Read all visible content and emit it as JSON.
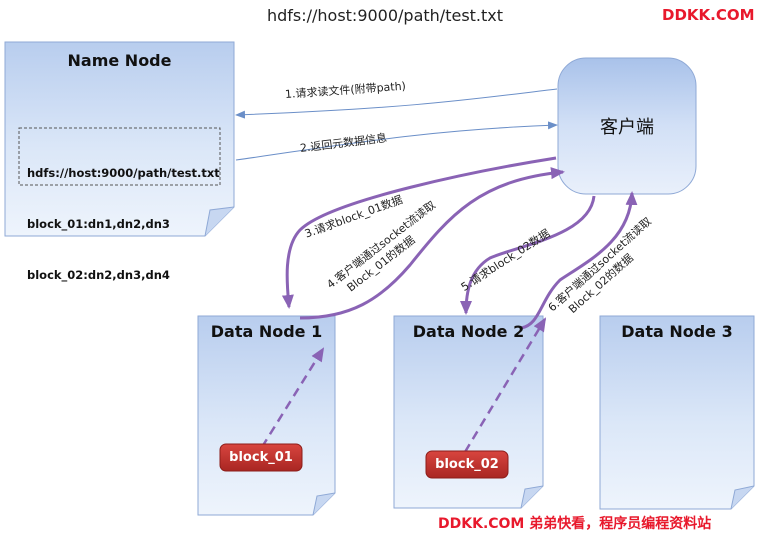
{
  "header": {
    "path": "hdfs://host:9000/path/test.txt",
    "brand": "DDKK.COM"
  },
  "name_node": {
    "title": "Name Node",
    "metadata": [
      "hdfs://host:9000/path/test.txt",
      "block_01:dn1,dn2,dn3",
      "block_02:dn2,dn3,dn4"
    ]
  },
  "client": {
    "label": "客户端"
  },
  "data_nodes": [
    {
      "title": "Data Node 1",
      "block": "block_01"
    },
    {
      "title": "Data Node 2",
      "block": "block_02"
    },
    {
      "title": "Data Node 3"
    }
  ],
  "edges": [
    {
      "label": "1.请求读文件(附带path)"
    },
    {
      "label": "2.返回元数据信息"
    },
    {
      "label": "3.请求block_01数据"
    },
    {
      "label_lines": [
        "4.客户端通过socket流读取",
        "Block_01的数据"
      ]
    },
    {
      "label": "5.请求block_02数据"
    },
    {
      "label_lines": [
        "6.客户端通过socket流读取",
        "Block_02的数据"
      ]
    }
  ],
  "footer": {
    "watermark": "DDKK.COM 弟弟快看，程序员编程资料站"
  },
  "colors": {
    "brand_red": "#e8192c",
    "arrow_purple": "#8a63b5",
    "arrow_blue": "#6b8fc8",
    "block_red": "#c0302c"
  }
}
